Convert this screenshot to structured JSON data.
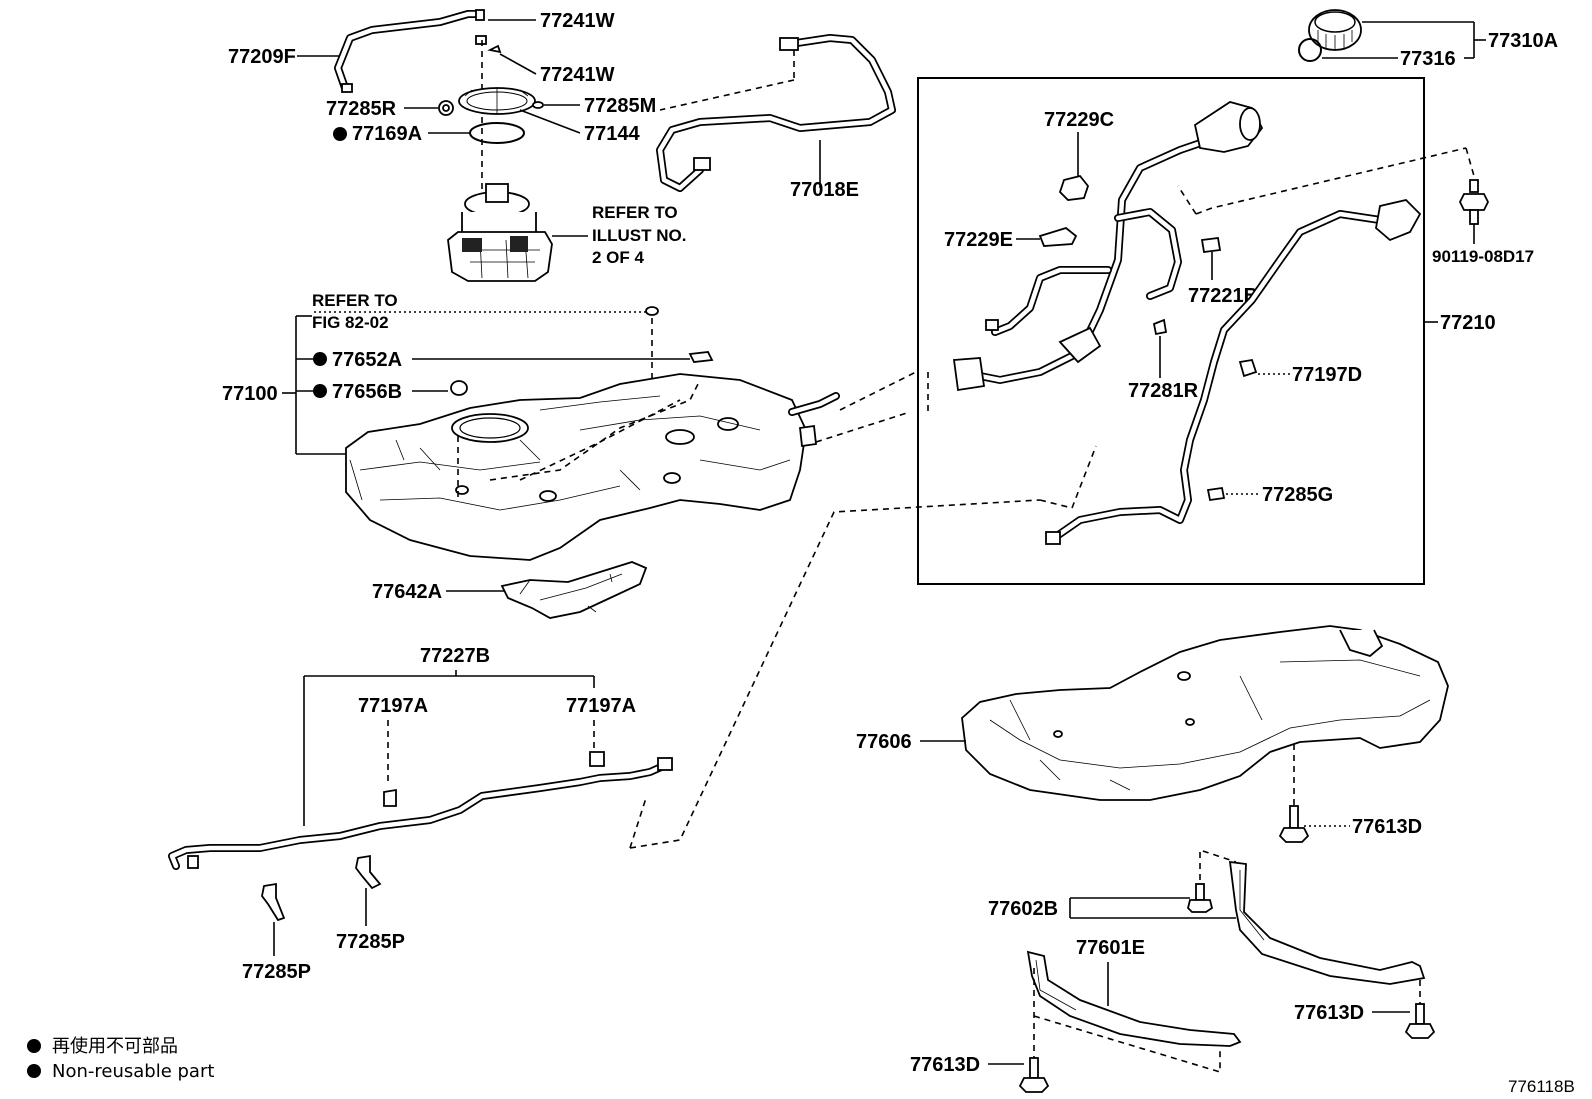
{
  "diagram": {
    "labels": {
      "p77209F": "77209F",
      "p77241W_a": "77241W",
      "p77241W_b": "77241W",
      "p77285R": "77285R",
      "p77285M": "77285M",
      "p77169A": "77169A",
      "p77144": "77144",
      "p77018E": "77018E",
      "p77310A": "77310A",
      "p77316": "77316",
      "p77229C": "77229C",
      "p77229E": "77229E",
      "p77221B": "77221B",
      "p90119": "90119-08D17",
      "p77210": "77210",
      "p77281R": "77281R",
      "p77197D": "77197D",
      "p77285G": "77285G",
      "p77652A": "77652A",
      "p77656B": "77656B",
      "p77100": "77100",
      "p77642A": "77642A",
      "p77227B": "77227B",
      "p77197A_a": "77197A",
      "p77197A_b": "77197A",
      "p77606": "77606",
      "p77613D_a": "77613D",
      "p77602B": "77602B",
      "p77601E": "77601E",
      "p77613D_b": "77613D",
      "p77613D_c": "77613D",
      "p77285P_a": "77285P",
      "p77285P_b": "77285P"
    },
    "notes": {
      "refer_illust_1": "REFER TO",
      "refer_illust_2": "ILLUST NO.",
      "refer_illust_3": "2 OF 4",
      "refer_fig_1": "REFER TO",
      "refer_fig_2": "FIG 82-02"
    },
    "legend": {
      "item1": "再使用不可部品",
      "item2": "Non-reusable part"
    },
    "figure_code": "776118B"
  }
}
